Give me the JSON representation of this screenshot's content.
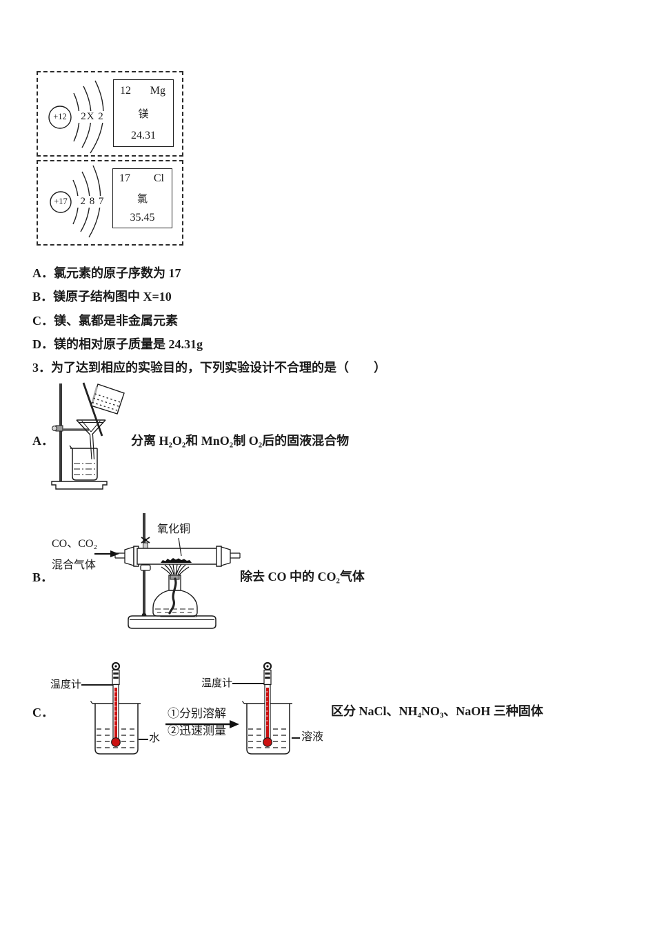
{
  "colors": {
    "ink": "#1b1b1b",
    "thermometer_red": "#cc1111"
  },
  "atoms": {
    "mg": {
      "nucleus": "+12",
      "shells": "2X 2",
      "number": "12",
      "symbol": "Mg",
      "name": "镁",
      "mass": "24.31"
    },
    "cl": {
      "nucleus": "+17",
      "shells": "2 8 7",
      "number": "17",
      "symbol": "Cl",
      "name": "氯",
      "mass": "35.45"
    }
  },
  "q2": {
    "options": [
      {
        "label": "A．",
        "text": "氯元素的原子序数为 17"
      },
      {
        "label": "B．",
        "text": "镁原子结构图中 X=10"
      },
      {
        "label": "C．",
        "text": "镁、氯都是非金属元素"
      },
      {
        "label": "D．",
        "text": "镁的相对原子质量是 24.31g"
      }
    ]
  },
  "q3": {
    "number": "3．",
    "text": "为了达到相应的实验目的，下列实验设计不合理的是（　　）"
  },
  "experiments": {
    "a": {
      "label": "A．",
      "desc": "分离 H₂O₂和 MnO₂制 O₂后的固液混合物"
    },
    "b": {
      "label": "B．",
      "gas1": "CO、CO₂",
      "gas2": "混合气体",
      "tube": "氧化铜",
      "desc": "除去 CO 中的 CO₂气体"
    },
    "c": {
      "label": "C．",
      "thermometer": "温度计",
      "step1": "①分别溶解",
      "step2": "②迅速测量",
      "water": "水",
      "solution": "溶液",
      "desc": "区分 NaCl、NH₄NO₃、NaOH 三种固体"
    }
  }
}
